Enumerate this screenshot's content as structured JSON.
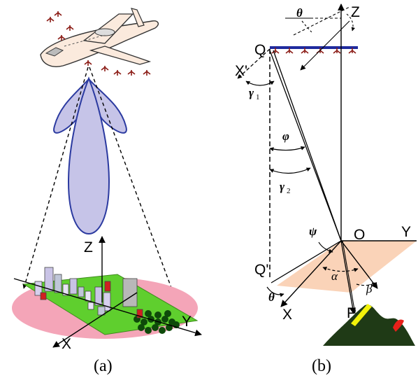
{
  "panel_a": {
    "caption": "(a)",
    "axes": {
      "z": "Z",
      "y": "Y",
      "x": "X"
    }
  },
  "panel_b": {
    "caption": "(b)",
    "points": {
      "q": "Q",
      "x_prime": "X'",
      "q_prime": "Q'",
      "o": "O",
      "p": "P"
    },
    "axes": {
      "z": "Z",
      "y": "Y",
      "x": "X"
    },
    "angles": {
      "theta_top": "θ",
      "gamma1": "γ",
      "gamma1_sub": "1",
      "phi": "φ",
      "gamma2": "γ",
      "gamma2_sub": "2",
      "psi": "ψ",
      "alpha": "α",
      "beta": "β",
      "theta_bottom": "θ"
    }
  },
  "colors": {
    "antenna_bar": "#1f2a9e",
    "beam_fill": "#c6c4e8",
    "beam_stroke": "#2b3aa0",
    "ground_ellipse": "#f4a5b8",
    "ground_plate": "#5fcf2e",
    "plane_fill": "#fbeadd",
    "mountain": "#1f3a16",
    "slope_yellow": "#f2f20a",
    "slope_red": "#e8201a",
    "antenna_elements": "#8a1a14"
  }
}
